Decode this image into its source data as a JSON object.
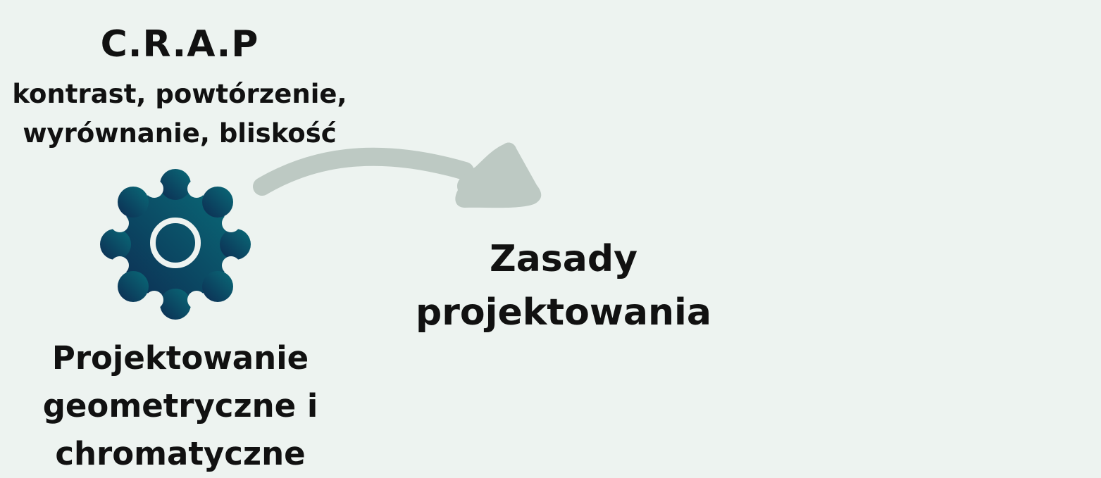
{
  "crap": {
    "title": "C.R.A.P",
    "principles_line1": "kontrast, powtórzenie,",
    "principles_line2": "wyrównanie, bliskość"
  },
  "method": {
    "line1": "Projektowanie",
    "line2": "geometryczne i",
    "line3": "chromatyczne"
  },
  "target": {
    "line1": "Zasady",
    "line2": "projektowania"
  },
  "icons": {
    "gear": "gear-icon",
    "arrow": "curved-arrow-icon"
  },
  "colors": {
    "background": "#edf3f0",
    "gear_light": "#0a6b78",
    "gear_dark": "#0c2c52",
    "arrow": "#bdc9c3",
    "text": "#111111"
  }
}
